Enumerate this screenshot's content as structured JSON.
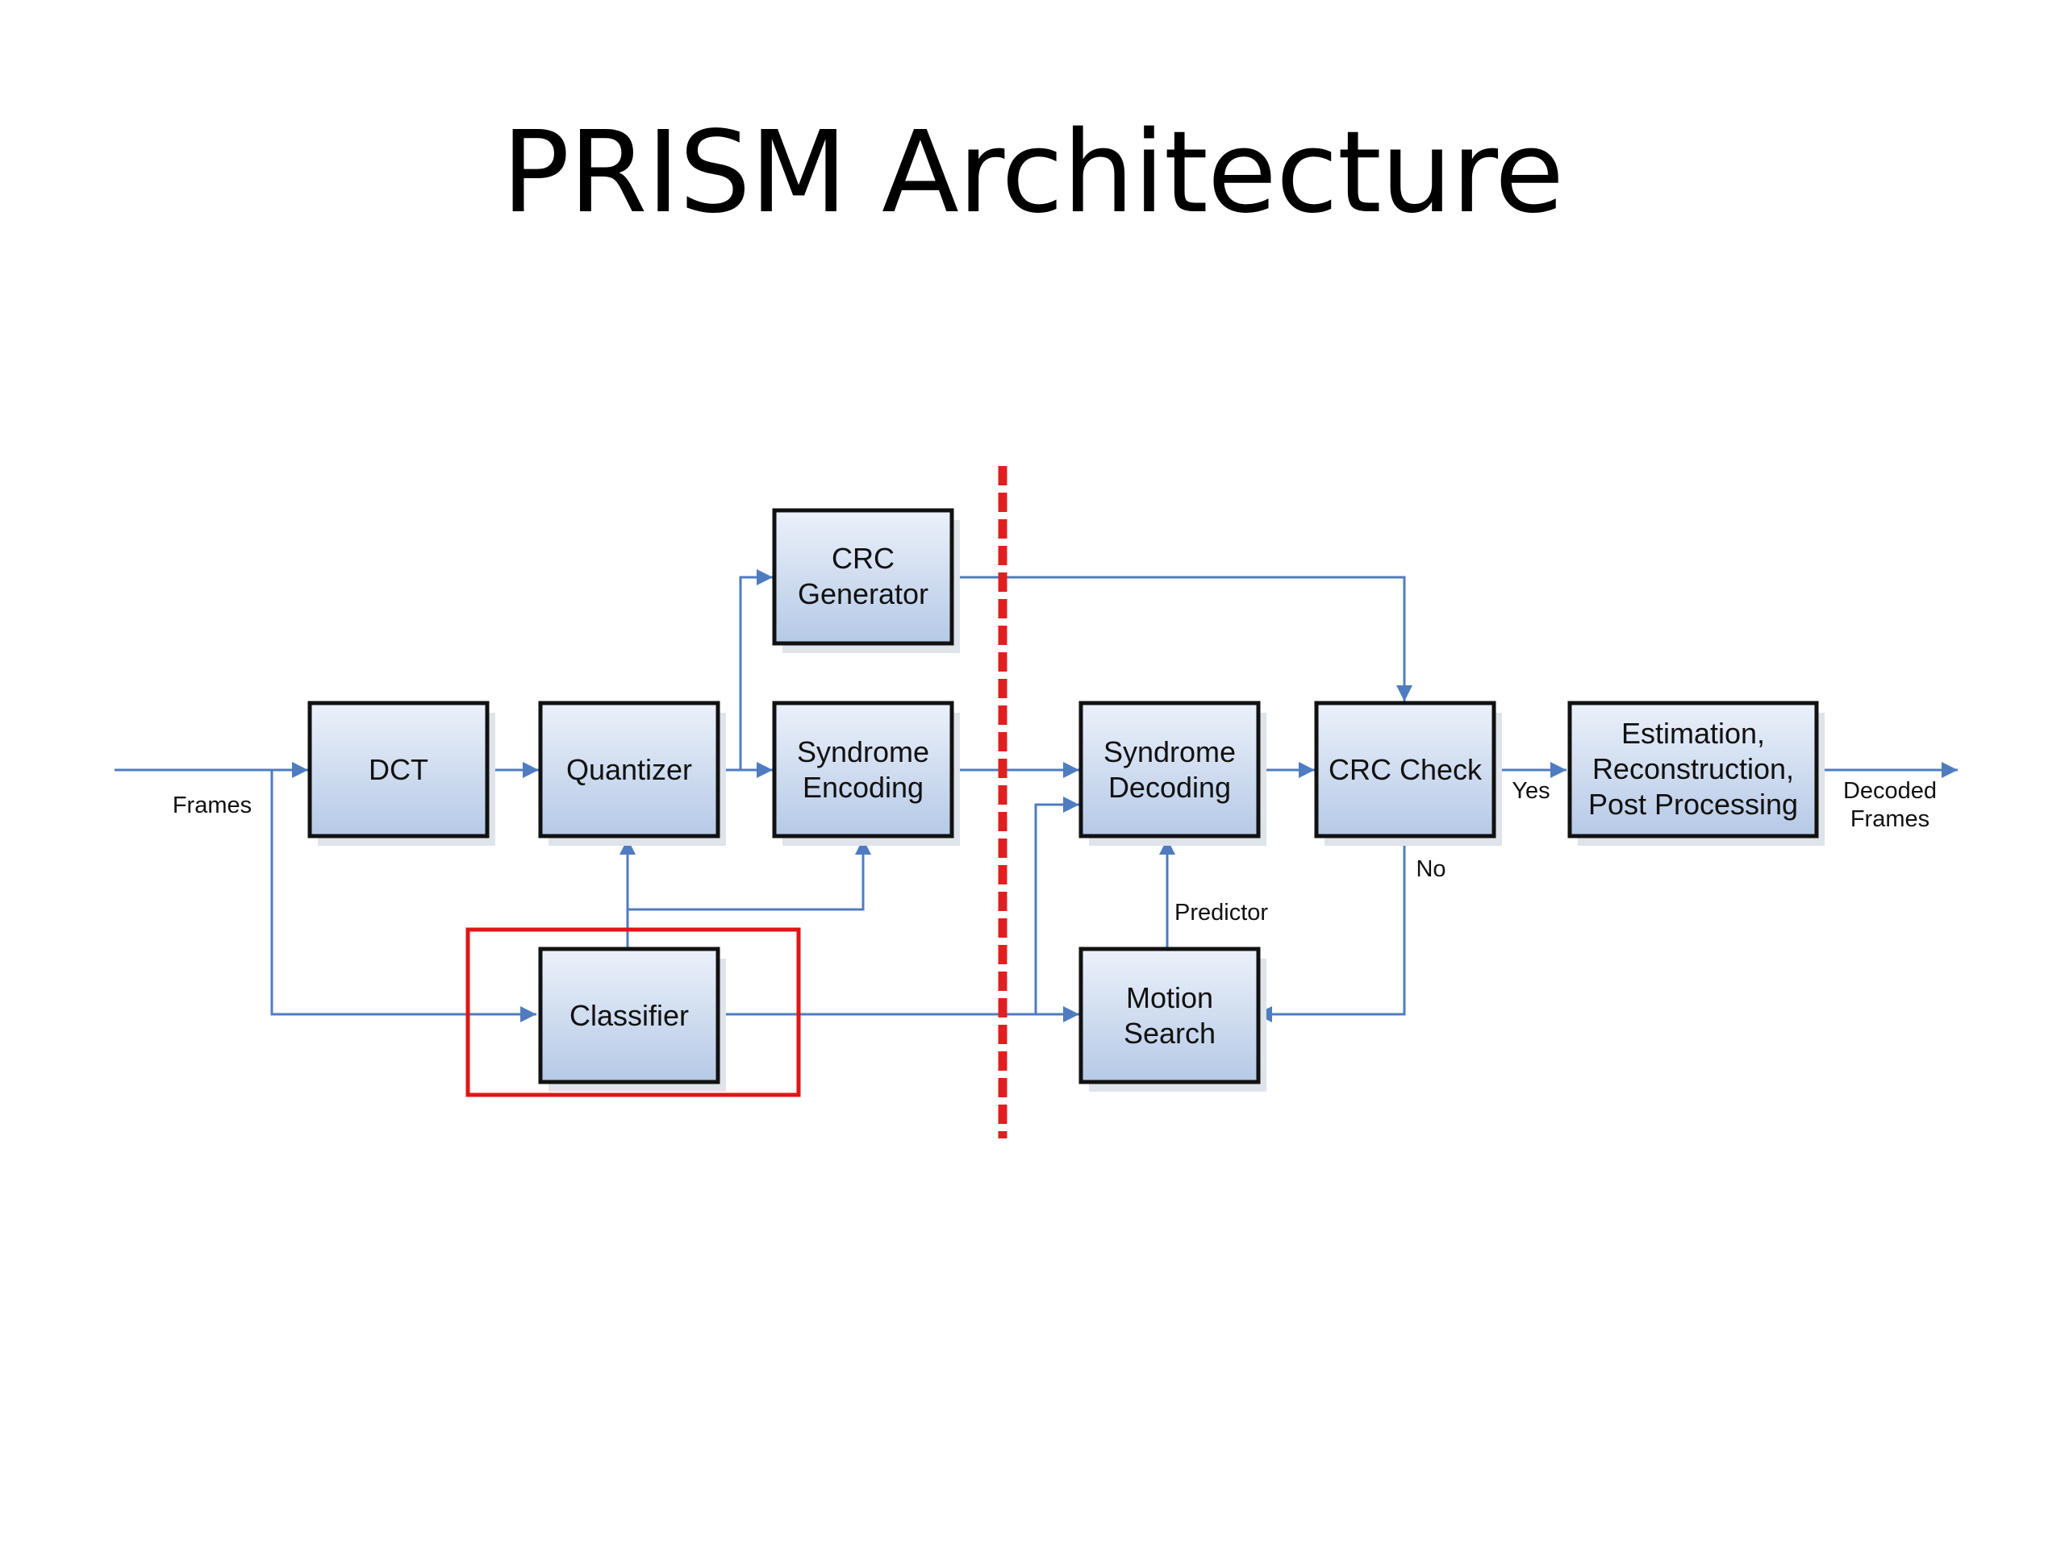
{
  "title": "PRISM Architecture",
  "colors": {
    "block_fill_top": "#ecf1fa",
    "block_fill_bottom": "#b5c9e6",
    "block_border": "#111111",
    "connector": "#4f7cc0",
    "divider": "#e02020",
    "highlight": "#e01515"
  },
  "blocks": {
    "crc_generator": [
      "CRC",
      "Generator"
    ],
    "dct": [
      "DCT"
    ],
    "quantizer": [
      "Quantizer"
    ],
    "syndrome_encoding": [
      "Syndrome",
      "Encoding"
    ],
    "classifier": [
      "Classifier"
    ],
    "syndrome_decoding": [
      "Syndrome",
      "Decoding"
    ],
    "crc_check": [
      "CRC Check"
    ],
    "estimation": [
      "Estimation,",
      "Reconstruction,",
      "Post Processing"
    ],
    "motion_search": [
      "Motion",
      "Search"
    ]
  },
  "labels": {
    "frames": "Frames",
    "decoded_frames": [
      "Decoded",
      "Frames"
    ],
    "yes": "Yes",
    "no": "No",
    "predictor": "Predictor"
  }
}
